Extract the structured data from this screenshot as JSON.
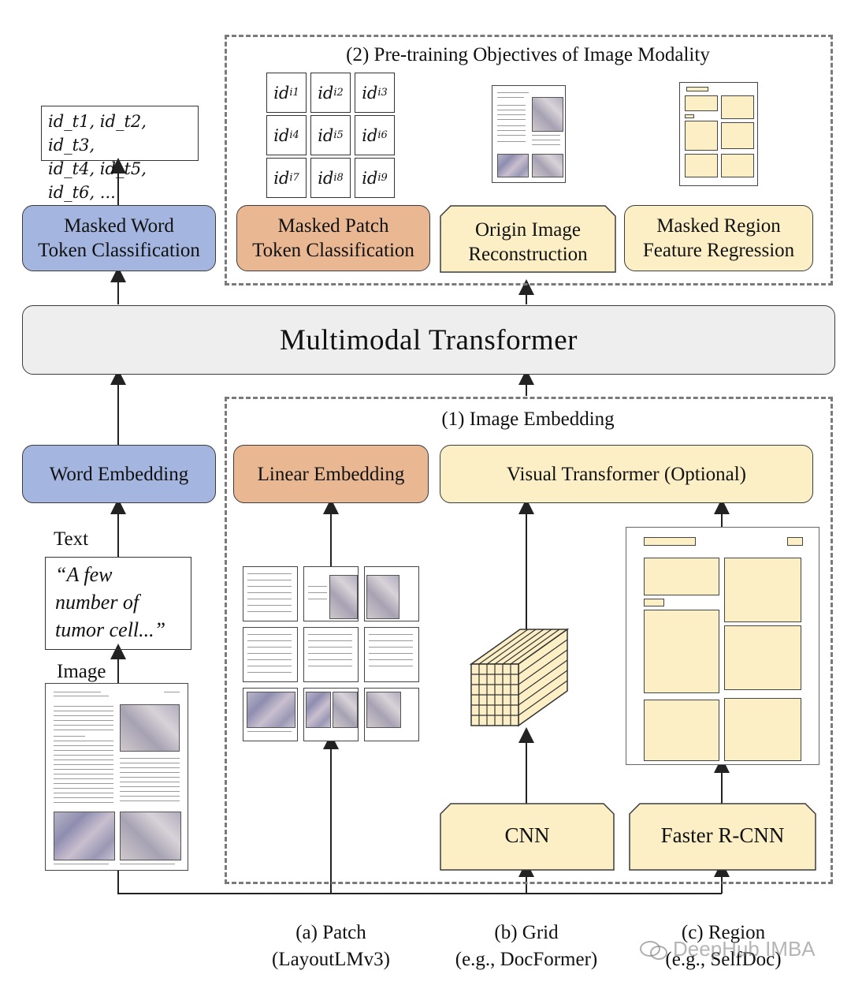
{
  "tokens_text": {
    "line1": "id_t1, id_t2, id_t3,",
    "line2": "id_t4, id_t5, id_t6, ..."
  },
  "pretraining": {
    "title": "(2) Pre-training Objectives of Image Modality",
    "id_grid": [
      {
        "base": "id",
        "sub": "i1"
      },
      {
        "base": "id",
        "sub": "i2"
      },
      {
        "base": "id",
        "sub": "i3"
      },
      {
        "base": "id",
        "sub": "i4"
      },
      {
        "base": "id",
        "sub": "i5"
      },
      {
        "base": "id",
        "sub": "i6"
      },
      {
        "base": "id",
        "sub": "i7"
      },
      {
        "base": "id",
        "sub": "i8"
      },
      {
        "base": "id",
        "sub": "i9"
      }
    ],
    "masked_patch": {
      "line1": "Masked Patch",
      "line2": "Token Classification"
    },
    "origin_image": {
      "line1": "Origin Image",
      "line2": "Reconstruction"
    },
    "masked_region": {
      "line1": "Masked Region",
      "line2": "Feature Regression"
    }
  },
  "masked_word": {
    "line1": "Masked Word",
    "line2": "Token Classification"
  },
  "transformer_label": "Multimodal Transformer",
  "image_embedding": {
    "title": "(1) Image Embedding",
    "linear_embedding": "Linear Embedding",
    "visual_transformer": "Visual Transformer (Optional)",
    "cnn": "CNN",
    "faster_rcnn": "Faster R-CNN"
  },
  "word_embedding": "Word Embedding",
  "text_label": "Text",
  "text_quote": {
    "line1": "“A few",
    "line2": "number of",
    "line3": "tumor cell...”"
  },
  "image_label": "Image",
  "captions": [
    {
      "line1": "(a) Patch",
      "line2": "(LayoutLMv3)"
    },
    {
      "line1": "(b) Grid",
      "line2": "(e.g., DocFormer)"
    },
    {
      "line1": "(c) Region",
      "line2": "(e.g., SelfDoc)"
    }
  ],
  "watermark": "DeepHub IMBA",
  "colors": {
    "blue": "#a4b6e0",
    "orange": "#e9b893",
    "cream": "#fcefc6",
    "gray": "#eeeeee",
    "dash": "#7a7a7a"
  }
}
